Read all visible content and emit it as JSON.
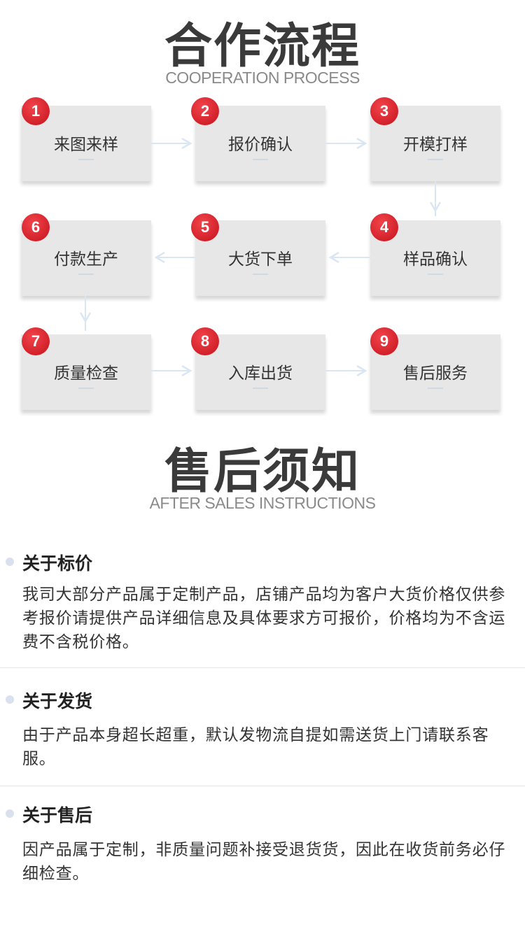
{
  "process": {
    "title": "合作流程",
    "subtitle": "COOPERATION PROCESS",
    "steps": [
      {
        "num": "1",
        "label": "来图来样"
      },
      {
        "num": "2",
        "label": "报价确认"
      },
      {
        "num": "3",
        "label": "开模打样"
      },
      {
        "num": "4",
        "label": "样品确认"
      },
      {
        "num": "5",
        "label": "大货下单"
      },
      {
        "num": "6",
        "label": "付款生产"
      },
      {
        "num": "7",
        "label": "质量检查"
      },
      {
        "num": "8",
        "label": "入库出货"
      },
      {
        "num": "9",
        "label": "售后服务"
      }
    ]
  },
  "after_sales": {
    "title": "售后须知",
    "subtitle": "AFTER SALES INSTRUCTIONS",
    "items": [
      {
        "title": "关于标价",
        "body": "我司大部分产品属于定制产品，店铺产品均为客户大货价格仅供参考报价请提供产品详细信息及具体要求方可报价，价格均为不含运费不含税价格。"
      },
      {
        "title": "关于发货",
        "body": "由于产品本身超长超重，默认发物流自提如需送货上门请联系客服。"
      },
      {
        "title": "关于售后",
        "body": "因产品属于定制，非质量问题补接受退货货，因此在收货前务必仔细检查。"
      }
    ]
  }
}
